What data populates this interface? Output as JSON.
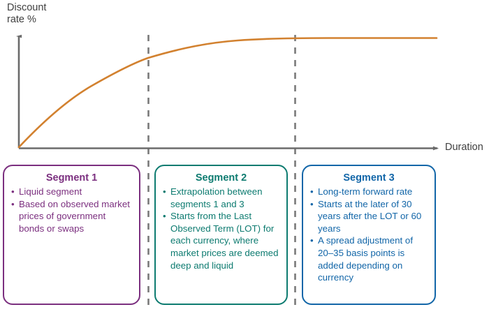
{
  "chart_data": {
    "type": "line",
    "title": "",
    "ylabel": "Discount\nrate %",
    "xlabel": "Duration",
    "grid": false,
    "legend": null,
    "axis_color": "#6b6b6b",
    "curve_color": "#d2812f",
    "divider_color": "#7a7a7a",
    "divider_style": "dashed",
    "dividers": [
      {
        "name": "segment-1-2-divider",
        "x_frac": 0.33
      },
      {
        "name": "segment-2-3-divider",
        "x_frac": 0.68
      }
    ],
    "series": [
      {
        "name": "Discount rate curve",
        "description": "Concave increasing yield curve flattening to a constant long-term forward rate",
        "x": [
          0.0,
          0.05,
          0.1,
          0.15,
          0.2,
          0.25,
          0.3,
          0.33,
          0.4,
          0.5,
          0.6,
          0.68,
          0.75,
          0.85,
          1.0
        ],
        "y": [
          0.0,
          0.19,
          0.34,
          0.46,
          0.55,
          0.63,
          0.7,
          0.72,
          0.78,
          0.86,
          0.92,
          0.95,
          0.97,
          0.99,
          1.0
        ]
      }
    ],
    "xlim": [
      0,
      1
    ],
    "ylim": [
      0,
      1.12
    ]
  },
  "axes": {
    "y_label": "Discount\nrate %",
    "x_label": "Duration"
  },
  "segments": [
    {
      "id": "segment-1",
      "title": "Segment 1",
      "color": "#7b2f7f",
      "bullets": [
        "Liquid segment",
        "Based on observed market prices of government bonds or swaps"
      ]
    },
    {
      "id": "segment-2",
      "title": "Segment 2",
      "color": "#0d7b70",
      "bullets": [
        "Extrapolation between segments 1 and 3",
        "Starts from the Last Observed Term (LOT) for each currency, where market prices are deemed deep and liquid"
      ]
    },
    {
      "id": "segment-3",
      "title": "Segment 3",
      "color": "#1266a8",
      "bullets": [
        "Long-term forward rate",
        "Starts at the later of 30 years after the LOT or 60 years",
        "A spread adjustment of 20–35 basis points is added depending on currency"
      ]
    }
  ]
}
